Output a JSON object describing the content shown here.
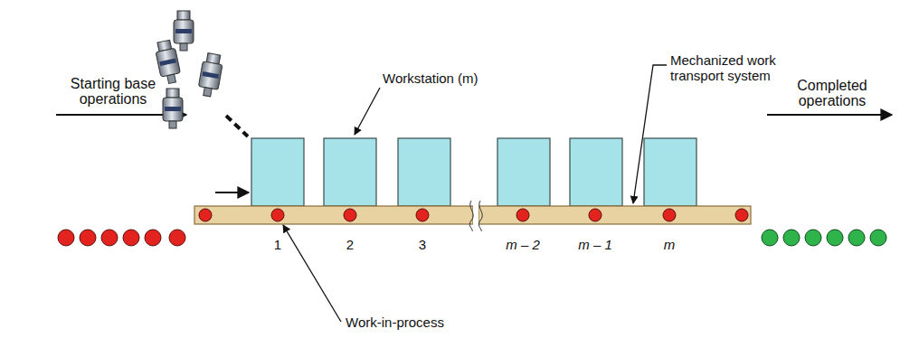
{
  "diagram": {
    "labels": [
      "Workstation (m)",
      "Mechanized work transport system",
      "Starting base operations",
      "Completed operations",
      "1",
      "2",
      "3",
      "m – 2",
      "m – 1",
      "m",
      "Work-in-process"
    ]
  }
}
